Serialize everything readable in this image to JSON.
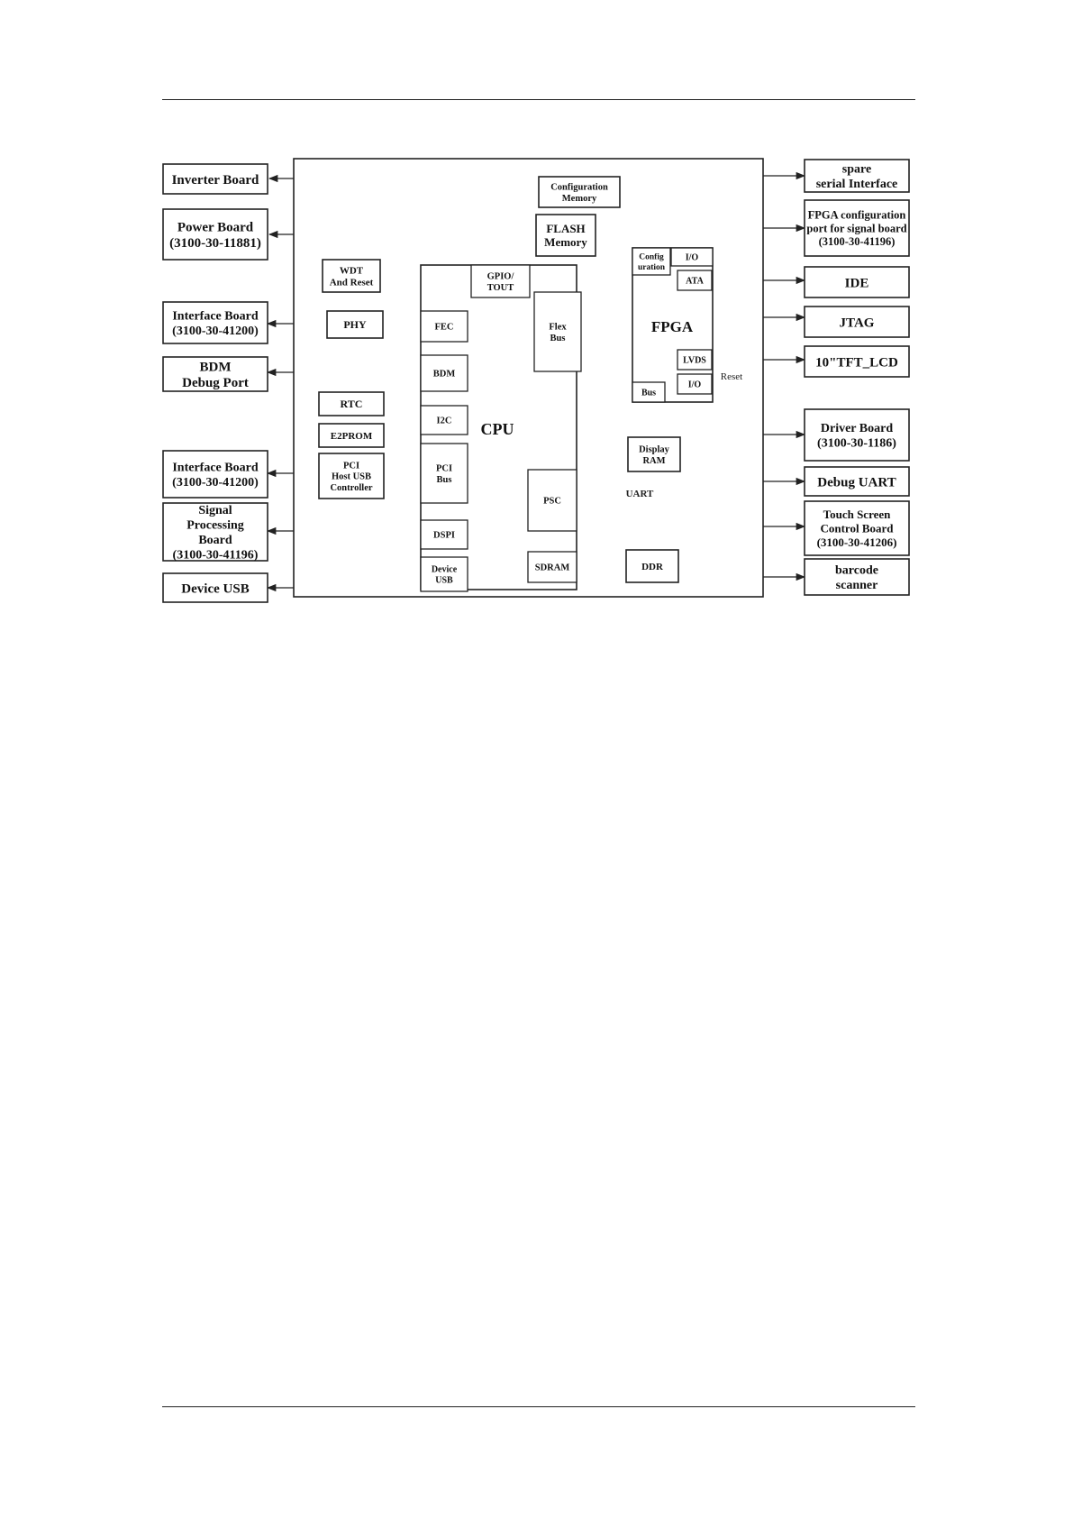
{
  "left": [
    {
      "id": "inverter",
      "lines": [
        "Inverter Board"
      ]
    },
    {
      "id": "power",
      "lines": [
        "Power  Board",
        "(3100-30-11881)"
      ]
    },
    {
      "id": "iface1",
      "lines": [
        "Interface Board",
        "(3100-30-41200)"
      ]
    },
    {
      "id": "bdm_port",
      "lines": [
        "BDM",
        "Debug Port"
      ]
    },
    {
      "id": "iface2",
      "lines": [
        "Interface Board",
        "(3100-30-41200)"
      ]
    },
    {
      "id": "signal",
      "lines": [
        "Signal",
        "Processing",
        "Board",
        "(3100-30-41196)"
      ]
    },
    {
      "id": "devusb",
      "lines": [
        "Device USB"
      ]
    }
  ],
  "right": [
    {
      "id": "spare",
      "lines": [
        "spare",
        "serial Interface"
      ]
    },
    {
      "id": "fpgacfg",
      "lines": [
        "FPGA configuration",
        "port for signal board",
        "(3100-30-41196)"
      ]
    },
    {
      "id": "ide",
      "lines": [
        "IDE"
      ]
    },
    {
      "id": "jtag",
      "lines": [
        "JTAG"
      ]
    },
    {
      "id": "lcd",
      "lines": [
        "10\"TFT_LCD"
      ]
    },
    {
      "id": "driver",
      "lines": [
        "Driver Board",
        "(3100-30-1186)"
      ]
    },
    {
      "id": "dbguart",
      "lines": [
        "Debug UART"
      ]
    },
    {
      "id": "touch",
      "lines": [
        "Touch Screen",
        "Control Board",
        "(3100-30-41206)"
      ]
    },
    {
      "id": "barcode",
      "lines": [
        "barcode",
        "scanner"
      ]
    }
  ],
  "inner": [
    {
      "id": "wdt",
      "lines": [
        "WDT",
        "And Reset"
      ]
    },
    {
      "id": "phy",
      "lines": [
        "PHY"
      ]
    },
    {
      "id": "rtc",
      "lines": [
        "RTC"
      ]
    },
    {
      "id": "e2prom",
      "lines": [
        "E2PROM"
      ]
    },
    {
      "id": "pcihost",
      "lines": [
        "PCI",
        "Host USB",
        "Controller"
      ]
    },
    {
      "id": "cfgmem",
      "lines": [
        "Configuration",
        "Memory"
      ]
    },
    {
      "id": "flash",
      "lines": [
        "FLASH",
        "Memory"
      ]
    },
    {
      "id": "dispram",
      "lines": [
        "Display",
        "RAM"
      ]
    },
    {
      "id": "ddr",
      "lines": [
        "DDR"
      ]
    }
  ],
  "cpu": {
    "label": "CPU",
    "ports": [
      {
        "id": "gpio",
        "lines": [
          "GPIO/",
          "TOUT"
        ]
      },
      {
        "id": "fec",
        "lines": [
          "FEC"
        ]
      },
      {
        "id": "bdm",
        "lines": [
          "BDM"
        ]
      },
      {
        "id": "i2c",
        "lines": [
          "I2C"
        ]
      },
      {
        "id": "pcibus",
        "lines": [
          "PCI",
          "Bus"
        ]
      },
      {
        "id": "dspi",
        "lines": [
          "DSPI"
        ]
      },
      {
        "id": "devusbport",
        "lines": [
          "Device",
          "USB"
        ]
      },
      {
        "id": "flexbus",
        "lines": [
          "Flex",
          "Bus"
        ]
      },
      {
        "id": "psc",
        "lines": [
          "PSC"
        ]
      },
      {
        "id": "sdram",
        "lines": [
          "SDRAM"
        ]
      }
    ]
  },
  "fpga": {
    "label": "FPGA",
    "ports": [
      {
        "id": "config",
        "lines": [
          "Config",
          "uration"
        ]
      },
      {
        "id": "io_top",
        "lines": [
          "I/O"
        ]
      },
      {
        "id": "ata",
        "lines": [
          "ATA"
        ]
      },
      {
        "id": "lvds",
        "lines": [
          "LVDS"
        ]
      },
      {
        "id": "io_bot",
        "lines": [
          "I/O"
        ]
      },
      {
        "id": "bus",
        "lines": [
          "Bus"
        ]
      }
    ]
  },
  "signals": {
    "reset": "Reset",
    "uart": "UART"
  }
}
